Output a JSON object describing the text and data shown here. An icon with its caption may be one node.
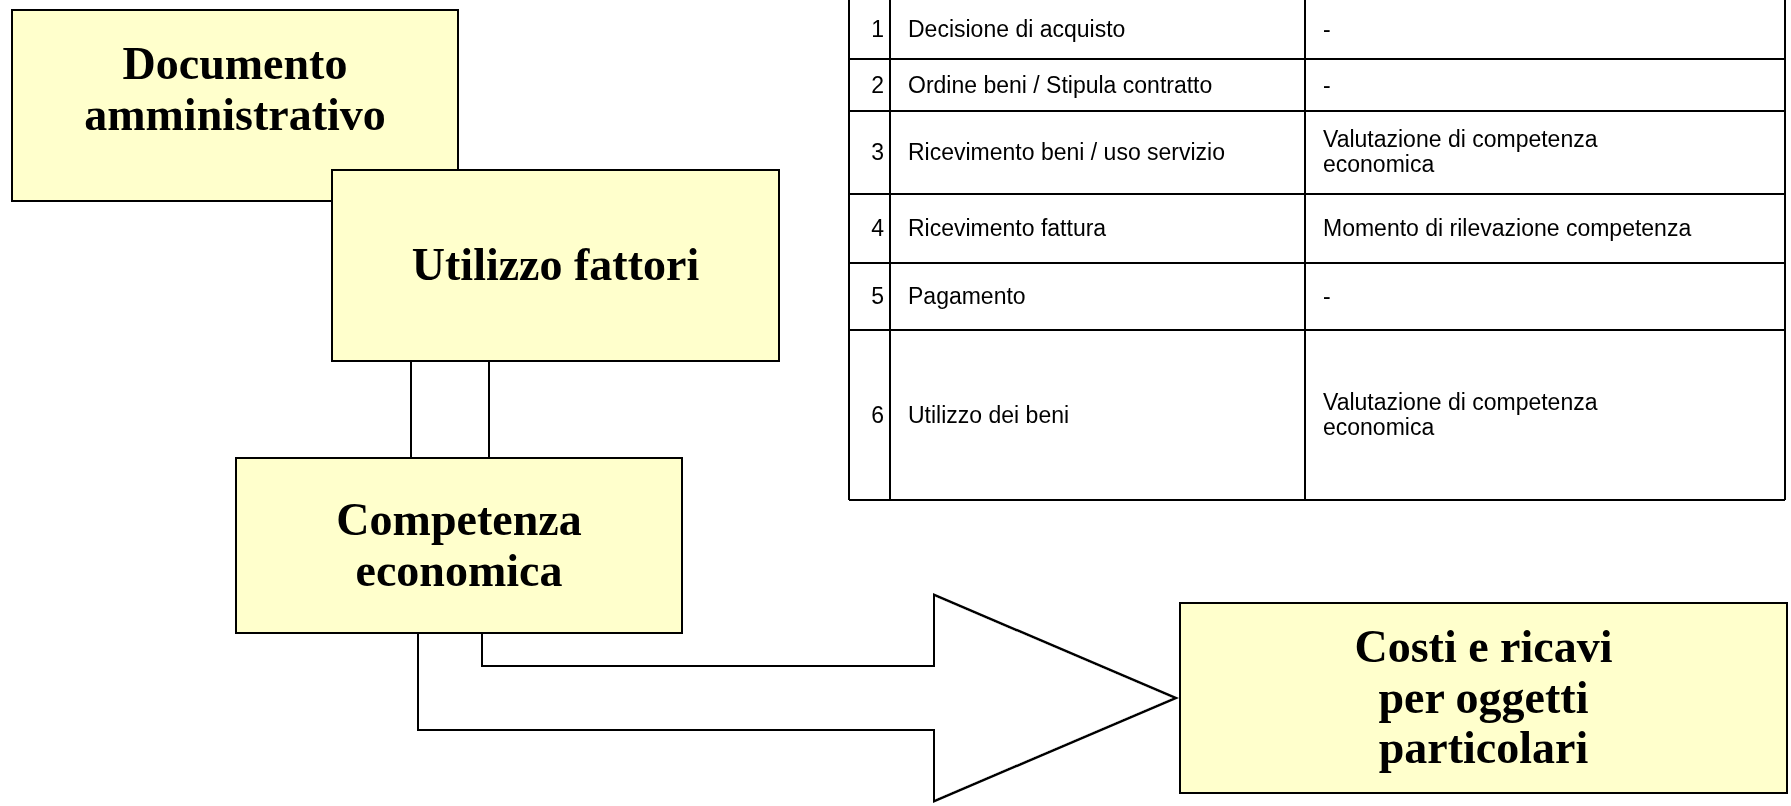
{
  "diagram": {
    "nodes": [
      {
        "text": [
          "Documento amministrativo"
        ]
      },
      {
        "text": [
          "Utilizzo fattori"
        ]
      },
      {
        "text": [
          "Competenza economica"
        ]
      },
      {
        "text": [
          "Costi e ricavi per oggetti particolari"
        ]
      }
    ],
    "edges": [
      {
        "from": 1,
        "to": 2,
        "arrow": "none"
      },
      {
        "from": 2,
        "to": 3,
        "arrow": "to",
        "style": "thick"
      }
    ],
    "labels": [
      "1",
      "Decisione di acquisto",
      "-",
      "2",
      "Ordine beni / Stipula contratto",
      "-",
      "3",
      "Ricevimento beni / uso servizio",
      "Valutazione di competenza economica",
      "4",
      "Ricevimento fattura",
      "Momento di rilevazione competenza",
      "5",
      "Pagamento",
      "-",
      "6",
      "Utilizzo dei beni",
      "Valutazione di competenza economica"
    ]
  }
}
